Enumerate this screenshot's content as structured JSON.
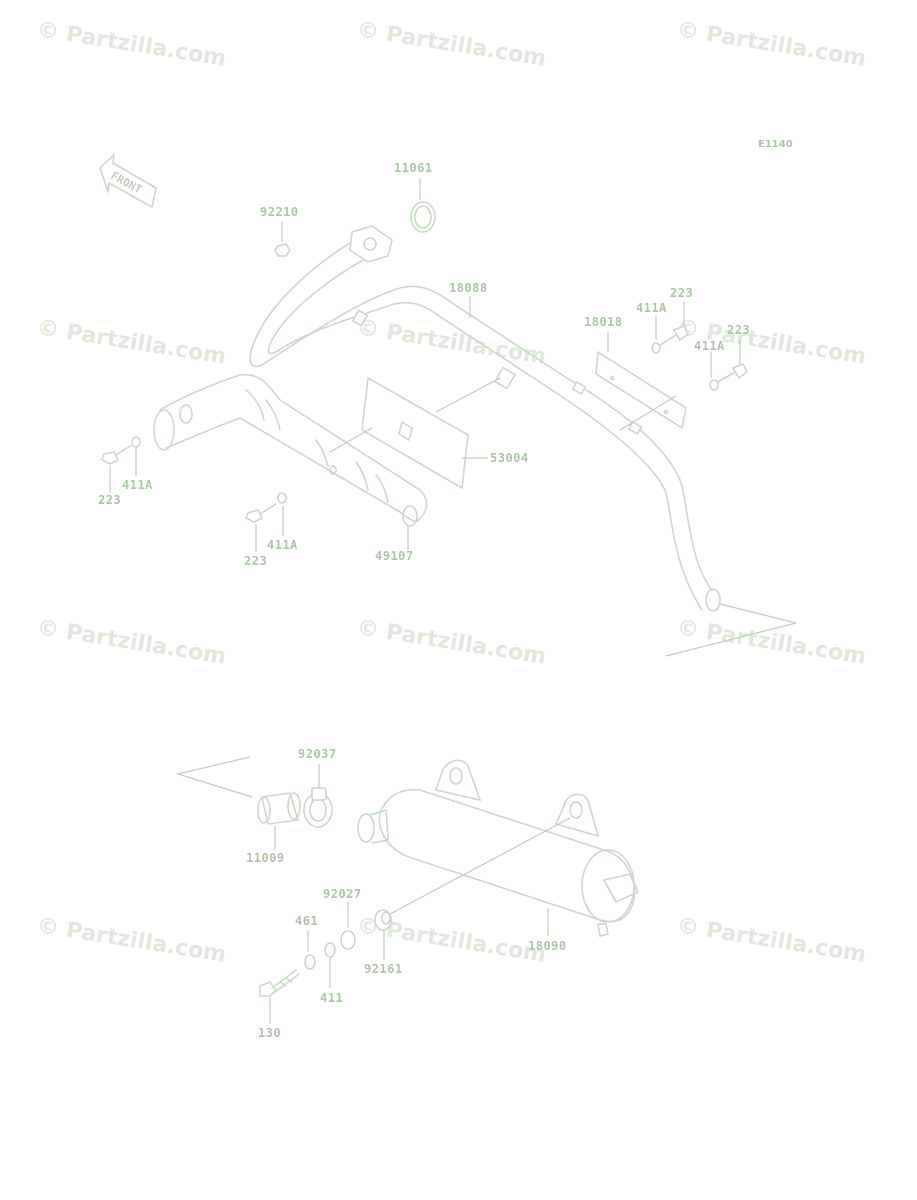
{
  "diagram_code": "E1140",
  "front_label": "FRONT",
  "watermark_text": "© Partzilla.com",
  "watermark_count": 12,
  "part_labels": [
    {
      "id": "11061",
      "text": "11061"
    },
    {
      "id": "92210",
      "text": "92210"
    },
    {
      "id": "18088",
      "text": "18088"
    },
    {
      "id": "223_a",
      "text": "223"
    },
    {
      "id": "411A_a",
      "text": "411A"
    },
    {
      "id": "18018",
      "text": "18018"
    },
    {
      "id": "223_b",
      "text": "223"
    },
    {
      "id": "411A_b",
      "text": "411A"
    },
    {
      "id": "53004",
      "text": "53004"
    },
    {
      "id": "223_c",
      "text": "223"
    },
    {
      "id": "411A_c",
      "text": "411A"
    },
    {
      "id": "223_d",
      "text": "223"
    },
    {
      "id": "411A_d",
      "text": "411A"
    },
    {
      "id": "49107",
      "text": "49107"
    },
    {
      "id": "92037",
      "text": "92037"
    },
    {
      "id": "11009",
      "text": "11009"
    },
    {
      "id": "92027",
      "text": "92027"
    },
    {
      "id": "461",
      "text": "461"
    },
    {
      "id": "92161",
      "text": "92161"
    },
    {
      "id": "18090",
      "text": "18090"
    },
    {
      "id": "411",
      "text": "411"
    },
    {
      "id": "130",
      "text": "130"
    }
  ],
  "colors": {
    "background": "#ffffff",
    "line_art": "#c6dcc3",
    "labels": "#a9c8a4",
    "watermark": "#dfeadb"
  }
}
